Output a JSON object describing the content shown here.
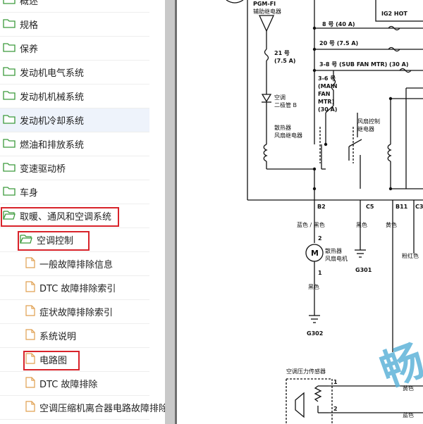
{
  "sidebar": {
    "items": [
      {
        "label": "概述",
        "type": "folder",
        "depth": 0,
        "open": false
      },
      {
        "label": "规格",
        "type": "folder",
        "depth": 0,
        "open": false
      },
      {
        "label": "保养",
        "type": "folder",
        "depth": 0,
        "open": false
      },
      {
        "label": "发动机电气系统",
        "type": "folder",
        "depth": 0,
        "open": false
      },
      {
        "label": "发动机机械系统",
        "type": "folder",
        "depth": 0,
        "open": false
      },
      {
        "label": "发动机冷却系统",
        "type": "folder",
        "depth": 0,
        "open": false,
        "highlight": true
      },
      {
        "label": "燃油和排放系统",
        "type": "folder",
        "depth": 0,
        "open": false
      },
      {
        "label": "变速驱动桥",
        "type": "folder",
        "depth": 0,
        "open": false
      },
      {
        "label": "车身",
        "type": "folder",
        "depth": 0,
        "open": false
      },
      {
        "label": "取暖、通风和空调系统",
        "type": "folder",
        "depth": 0,
        "open": true,
        "boxed": true
      },
      {
        "label": "空调控制",
        "type": "folder",
        "depth": 1,
        "open": true,
        "boxed": true
      },
      {
        "label": "一般故障排除信息",
        "type": "doc",
        "depth": 2
      },
      {
        "label": "DTC 故障排除索引",
        "type": "doc",
        "depth": 2
      },
      {
        "label": "症状故障排除索引",
        "type": "doc",
        "depth": 2
      },
      {
        "label": "系统说明",
        "type": "doc",
        "depth": 2
      },
      {
        "label": "电路图",
        "type": "doc",
        "depth": 2,
        "boxed": true
      },
      {
        "label": "DTC 故障排除",
        "type": "doc",
        "depth": 2
      },
      {
        "label": "空调压缩机离合器电路故障排除",
        "type": "doc",
        "depth": 2
      }
    ]
  },
  "diagram": {
    "pgmfi": "PGM-FI",
    "aux_relay": "辅助继电器",
    "ig2_hot": "IG2 HOT",
    "fuse_8": "8 号 (40 A)",
    "fuse_20": "20 号 (7.5 A)",
    "fuse_38": "3-8 号 (SUB FAN MTR) (30 A)",
    "fuse_21_a": "21 号",
    "fuse_21_b": "(7.5 A)",
    "fuse_36_a": "3-6 号",
    "fuse_36_b": "(MAIN",
    "fuse_36_c": "FAN",
    "fuse_36_d": "MTR)",
    "fuse_36_e": "(30 A)",
    "diode_a": "空调",
    "diode_b": "二极管 B",
    "fan_relay_right_a": "风扇控制",
    "fan_relay_right_b": "继电器",
    "rad_relay_a": "散热器",
    "rad_relay_b": "风扇继电器",
    "pin_b2": "B2",
    "pin_c5": "C5",
    "pin_b11": "B11",
    "pin_c3": "C3",
    "wire_blue_black": "蓝色 / 黑色",
    "wire_black": "黑色",
    "wire_yellow": "黄色",
    "wire_pink_red": "粉红色",
    "motor_pin_top": "2",
    "motor_pin_bottom": "1",
    "motor_symbol": "M",
    "motor_a": "散热器",
    "motor_b": "风扇电机",
    "ground_g301": "G301",
    "ground_g302": "G302",
    "wire_black_2": "黑色",
    "sensor_label": "空调压力传感器",
    "sensor_pin1": "1",
    "sensor_pin2": "2",
    "sensor_wire_yellow": "黄色",
    "sensor_wire_blue": "蓝色",
    "watermark": "畅"
  }
}
